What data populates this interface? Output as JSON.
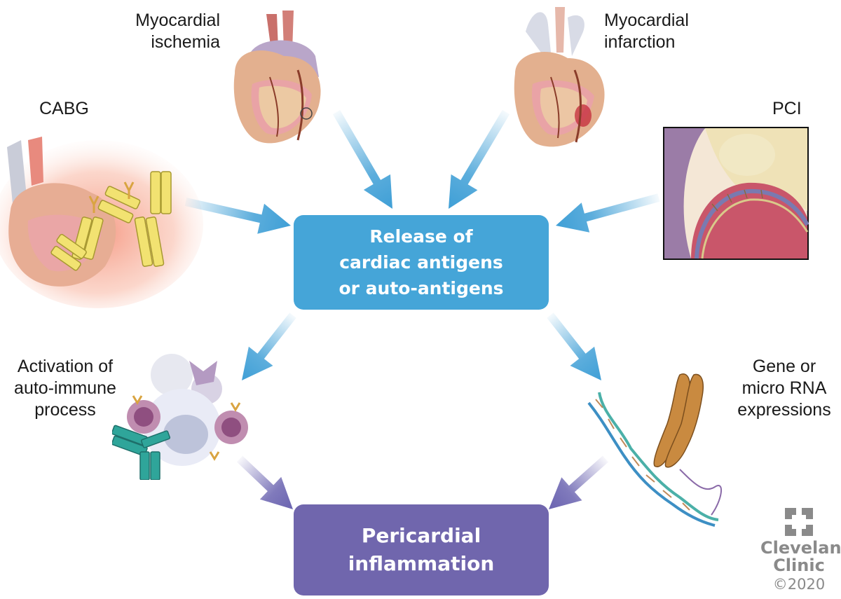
{
  "nodes": {
    "myocardial_ischemia": "Myocardial\nischemia",
    "myocardial_infarction": "Myocardial\ninfarction",
    "cabg": "CABG",
    "pci": "PCI",
    "release": "Release of\ncardiac antigens\nor auto-antigens",
    "autoimmune": "Activation of\nauto-immune\nprocess",
    "gene": "Gene or\nmicro RNA\nexpressions",
    "pericardial": "Pericardial\ninflammation"
  },
  "logo": {
    "name": "Cleveland\nClinic",
    "year": "©2020"
  },
  "colors": {
    "release_box": "#45a5d8",
    "inflammation_box": "#7066ad",
    "arrow_blue": "#3f9fd6",
    "arrow_purple": "#6a63b0",
    "logo_gray": "#8a8a8a"
  },
  "edges": [
    {
      "from": "cabg",
      "to": "release",
      "color": "arrow_blue"
    },
    {
      "from": "myocardial_ischemia",
      "to": "release",
      "color": "arrow_blue"
    },
    {
      "from": "myocardial_infarction",
      "to": "release",
      "color": "arrow_blue"
    },
    {
      "from": "pci",
      "to": "release",
      "color": "arrow_blue"
    },
    {
      "from": "release",
      "to": "autoimmune",
      "color": "arrow_blue"
    },
    {
      "from": "release",
      "to": "gene",
      "color": "arrow_blue"
    },
    {
      "from": "autoimmune",
      "to": "pericardial",
      "color": "arrow_purple"
    },
    {
      "from": "gene",
      "to": "pericardial",
      "color": "arrow_purple"
    }
  ]
}
